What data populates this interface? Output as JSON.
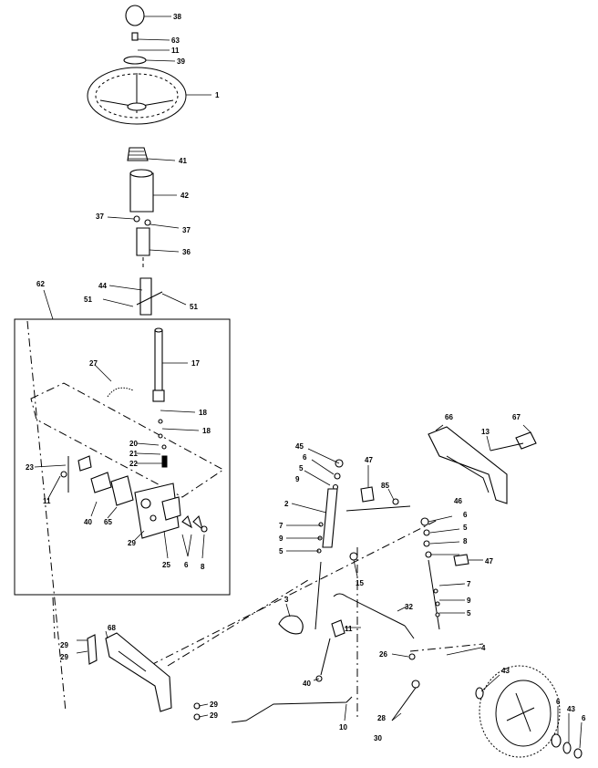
{
  "callouts": {
    "p38": "38",
    "p63": "63",
    "p11a": "11",
    "p39": "39",
    "p1": "1",
    "p41": "41",
    "p42": "42",
    "p37a": "37",
    "p37b": "37",
    "p36": "36",
    "p62": "62",
    "p44": "44",
    "p51a": "51",
    "p51b": "51",
    "p27": "27",
    "p17": "17",
    "p18a": "18",
    "p18b": "18",
    "p20": "20",
    "p21": "21",
    "p22": "22",
    "p23": "23",
    "p11b": "11",
    "p40a": "40",
    "p65": "65",
    "p29a": "29",
    "p25": "25",
    "p6a": "6",
    "p8a": "8",
    "p45": "45",
    "p6b": "6",
    "p5a": "5",
    "p9a": "9",
    "p2": "2",
    "p7a": "7",
    "p9b": "9",
    "p5b": "5",
    "p47a": "47",
    "p85": "85",
    "p15": "15",
    "p3": "3",
    "p11c": "11",
    "p40b": "40",
    "p32": "32",
    "p26": "26",
    "p28": "28",
    "p30": "30",
    "p66": "66",
    "p13": "13",
    "p67": "67",
    "p46": "46",
    "p6c": "6",
    "p5c": "5",
    "p8b": "8",
    "p47b": "47",
    "p7b": "7",
    "p9c": "9",
    "p5d": "5",
    "p4": "4",
    "p68": "68",
    "p29b": "29",
    "p29c": "29",
    "p29d": "29",
    "p29e": "29",
    "p10": "10",
    "p43a": "43",
    "p6d": "6",
    "p43b": "43",
    "p6e": "6"
  }
}
